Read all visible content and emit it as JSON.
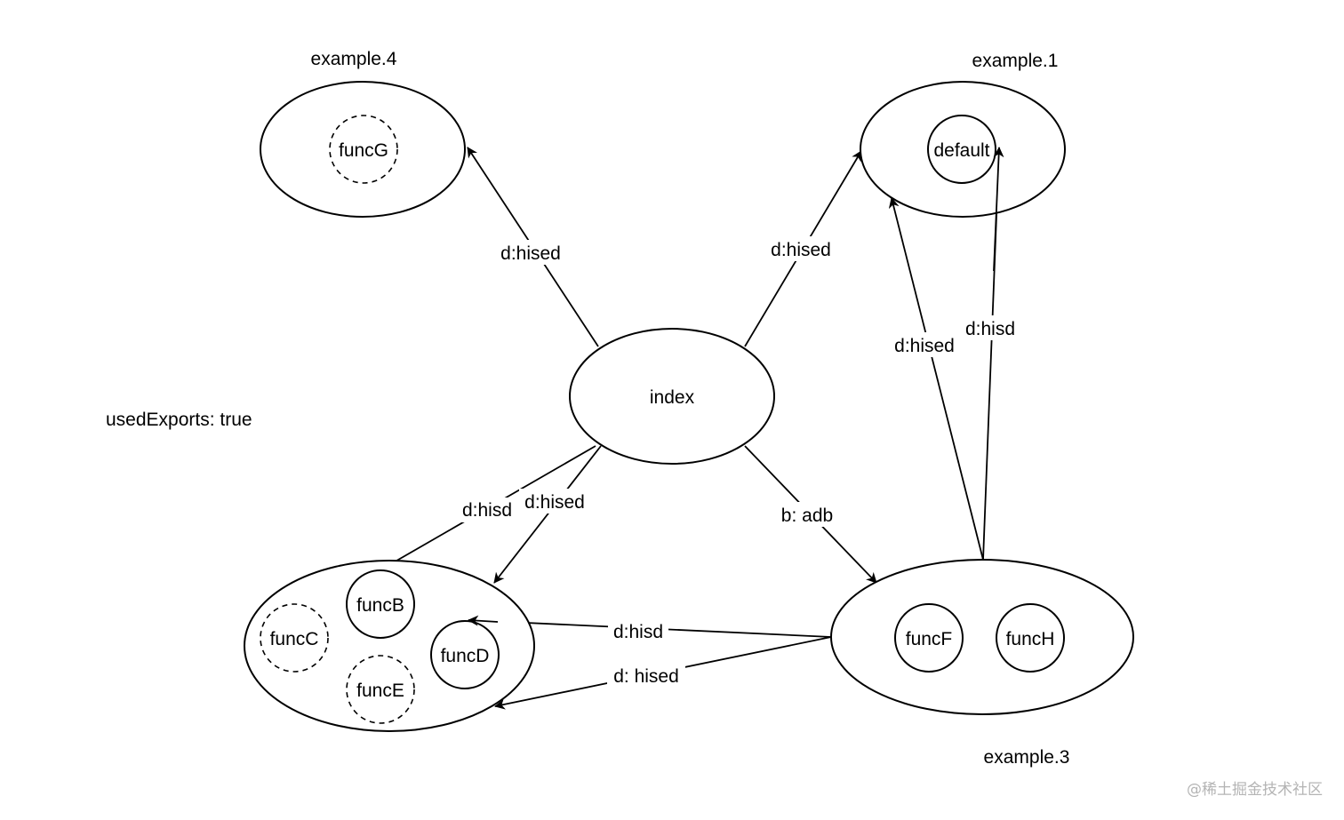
{
  "diagram": {
    "note": "usedExports: true",
    "watermark": "@稀土掘金技术社区",
    "modules": {
      "example4": {
        "label": "example.4"
      },
      "example1": {
        "label": "example.1"
      },
      "example3": {
        "label": "example.3"
      },
      "index": {
        "label": "index"
      }
    },
    "exports": {
      "funcG": {
        "label": "funcG",
        "used": false
      },
      "default": {
        "label": "default",
        "used": true
      },
      "funcB": {
        "label": "funcB",
        "used": true
      },
      "funcC": {
        "label": "funcC",
        "used": false
      },
      "funcD": {
        "label": "funcD",
        "used": true
      },
      "funcE": {
        "label": "funcE",
        "used": false
      },
      "funcF": {
        "label": "funcF",
        "used": true
      },
      "funcH": {
        "label": "funcH",
        "used": true
      }
    },
    "edges": [
      {
        "id": "index-to-example4",
        "from": "index",
        "to": "example.4",
        "label": "d:hised"
      },
      {
        "id": "index-to-example1",
        "from": "index",
        "to": "example.1",
        "label": "d:hised"
      },
      {
        "id": "index-to-funcB",
        "from": "index",
        "to": "funcB",
        "label": "d:hisd"
      },
      {
        "id": "index-to-example2",
        "from": "index",
        "to": "funcB-module",
        "label": "d:hised"
      },
      {
        "id": "index-to-example3",
        "from": "index",
        "to": "example.3",
        "label": "b: adb"
      },
      {
        "id": "example3-to-example1",
        "from": "example.3",
        "to": "example.1",
        "label": "d:hised"
      },
      {
        "id": "example3-to-default",
        "from": "example.3",
        "to": "default",
        "label": "d:hisd"
      },
      {
        "id": "example3-to-funcD",
        "from": "example.3",
        "to": "funcD",
        "label": "d:hisd"
      },
      {
        "id": "example3-to-example2",
        "from": "example.3",
        "to": "funcB-module",
        "label": "d: hised"
      }
    ]
  }
}
